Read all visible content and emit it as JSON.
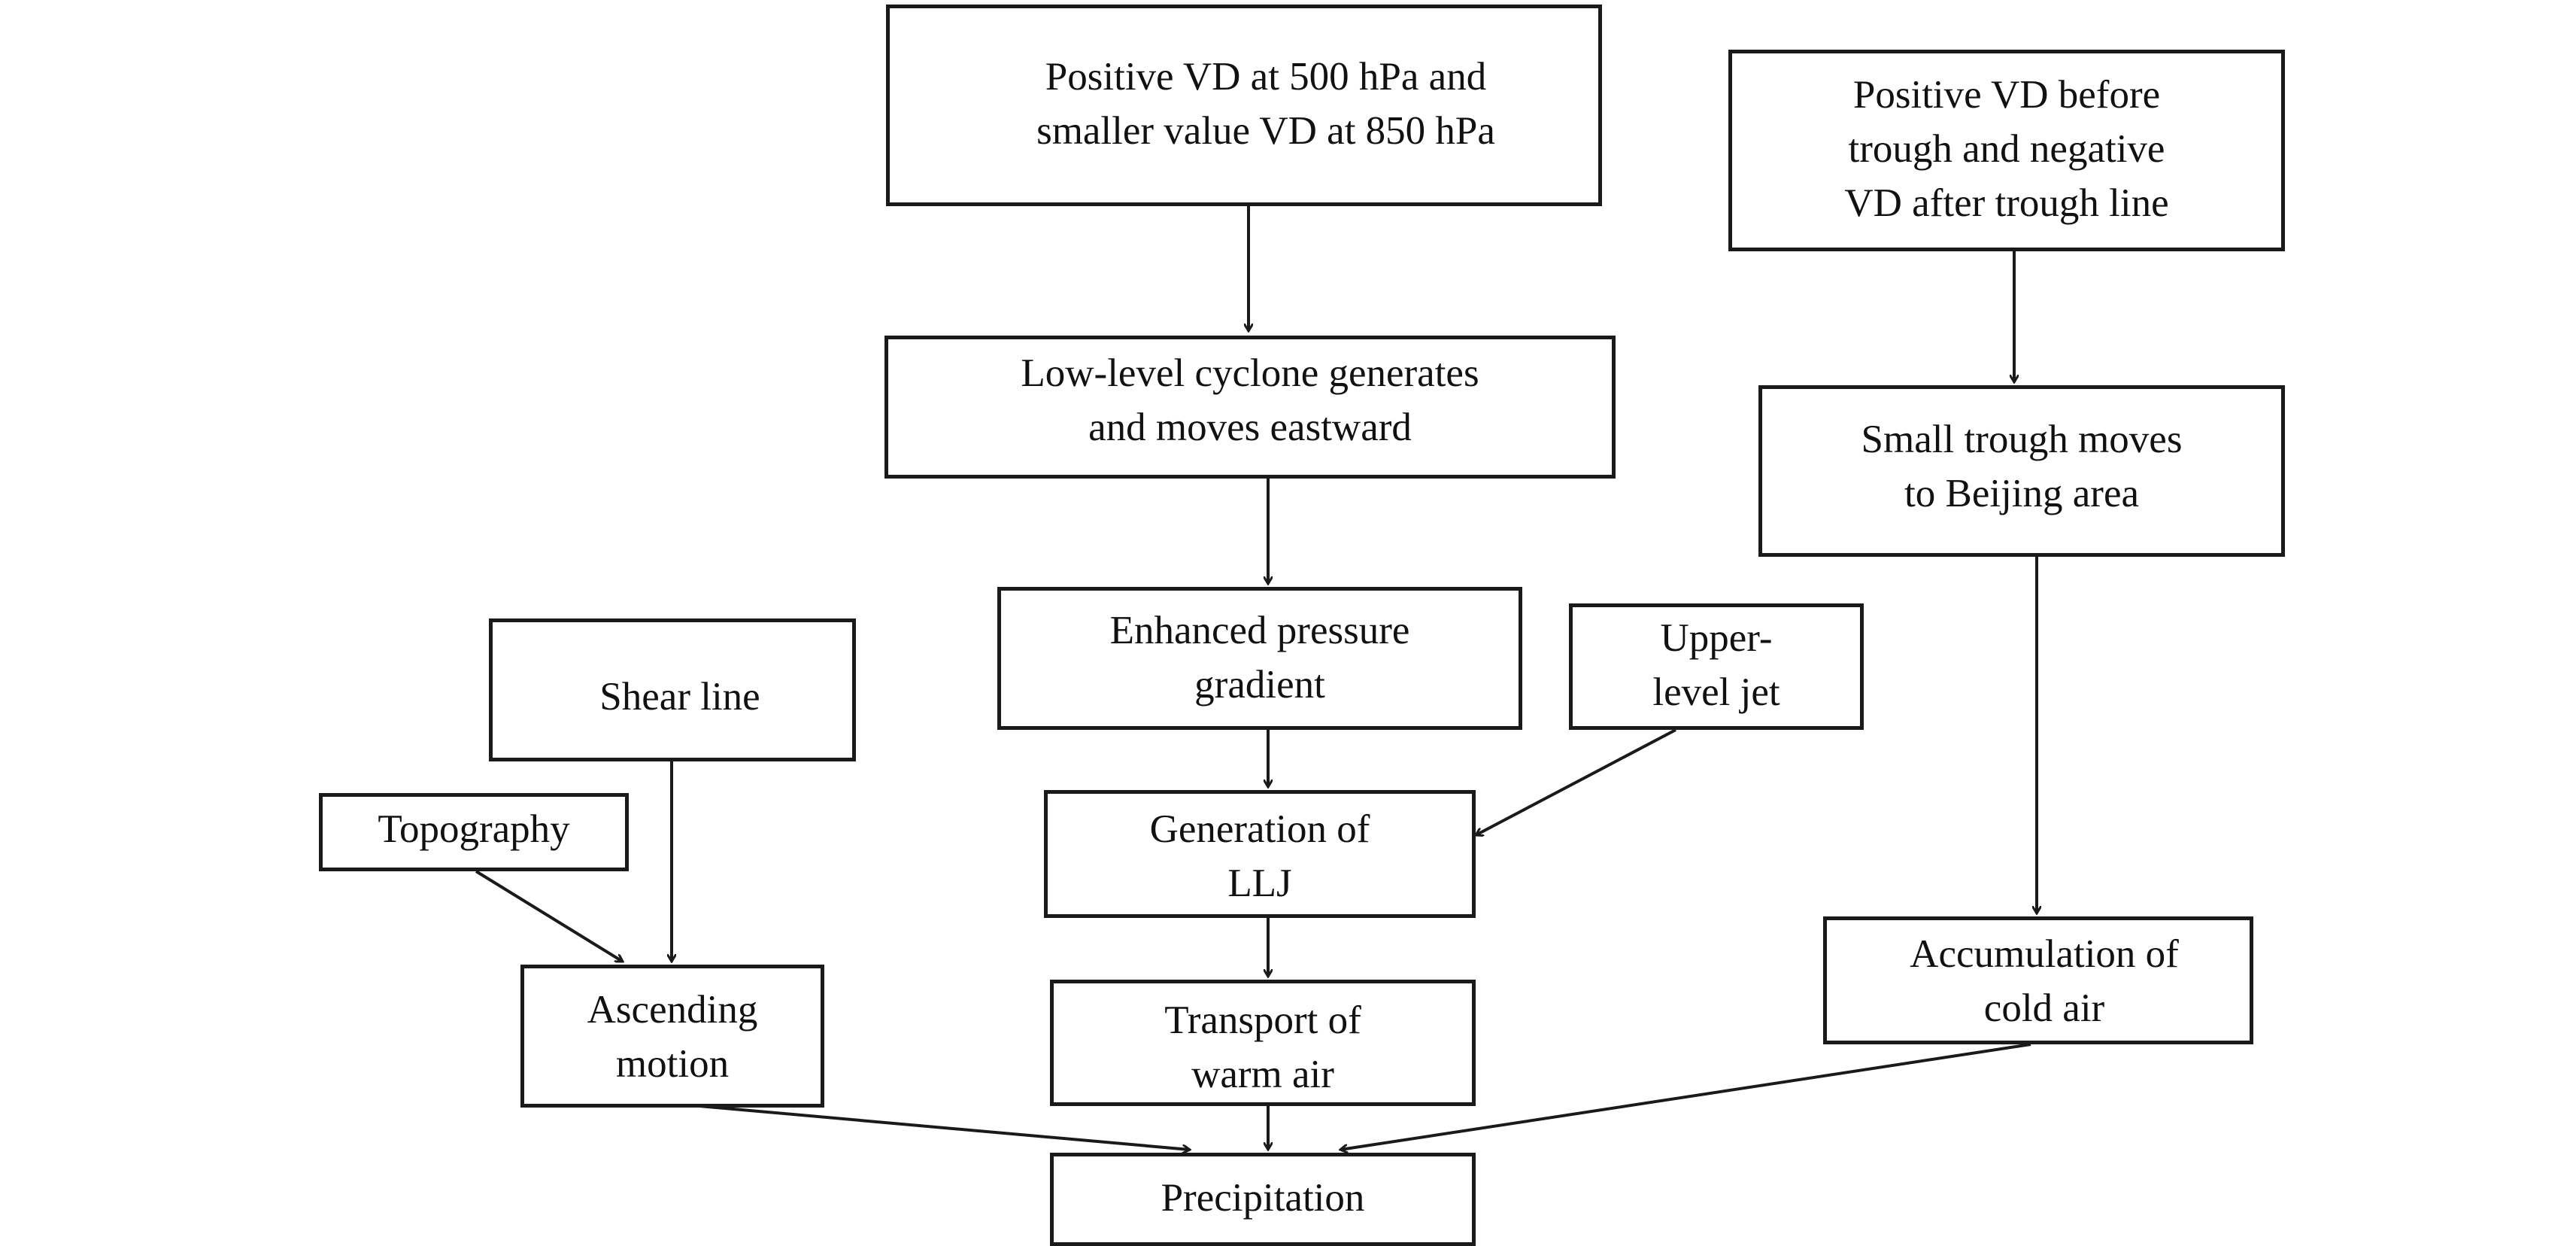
{
  "diagram": {
    "nodes": {
      "vd500": {
        "text": "Positive VD at 500 hPa and\nsmaller value VD at 850 hPa"
      },
      "vd_trough": {
        "text": "Positive VD before\ntrough and negative\nVD after trough line"
      },
      "cyclone": {
        "text": "Low-level cyclone generates\nand moves eastward"
      },
      "small_trough": {
        "text": "Small trough moves\nto Beijing area"
      },
      "pressure": {
        "text": "Enhanced pressure\ngradient"
      },
      "upper_jet": {
        "text": "Upper-\nlevel jet"
      },
      "shear": {
        "text": "Shear line"
      },
      "topography": {
        "text": "Topography"
      },
      "llj": {
        "text": "Generation of\nLLJ"
      },
      "ascending": {
        "text": "Ascending\nmotion"
      },
      "warm": {
        "text": "Transport of\nwarm air"
      },
      "cold": {
        "text": "Accumulation of\ncold air"
      },
      "precip": {
        "text": "Precipitation"
      }
    },
    "edges": [
      [
        "vd500",
        "cyclone"
      ],
      [
        "vd_trough",
        "small_trough"
      ],
      [
        "cyclone",
        "pressure"
      ],
      [
        "pressure",
        "llj"
      ],
      [
        "upper_jet",
        "llj"
      ],
      [
        "shear",
        "ascending"
      ],
      [
        "topography",
        "ascending"
      ],
      [
        "llj",
        "warm"
      ],
      [
        "small_trough",
        "cold"
      ],
      [
        "ascending",
        "precip"
      ],
      [
        "warm",
        "precip"
      ],
      [
        "cold",
        "precip"
      ]
    ]
  }
}
